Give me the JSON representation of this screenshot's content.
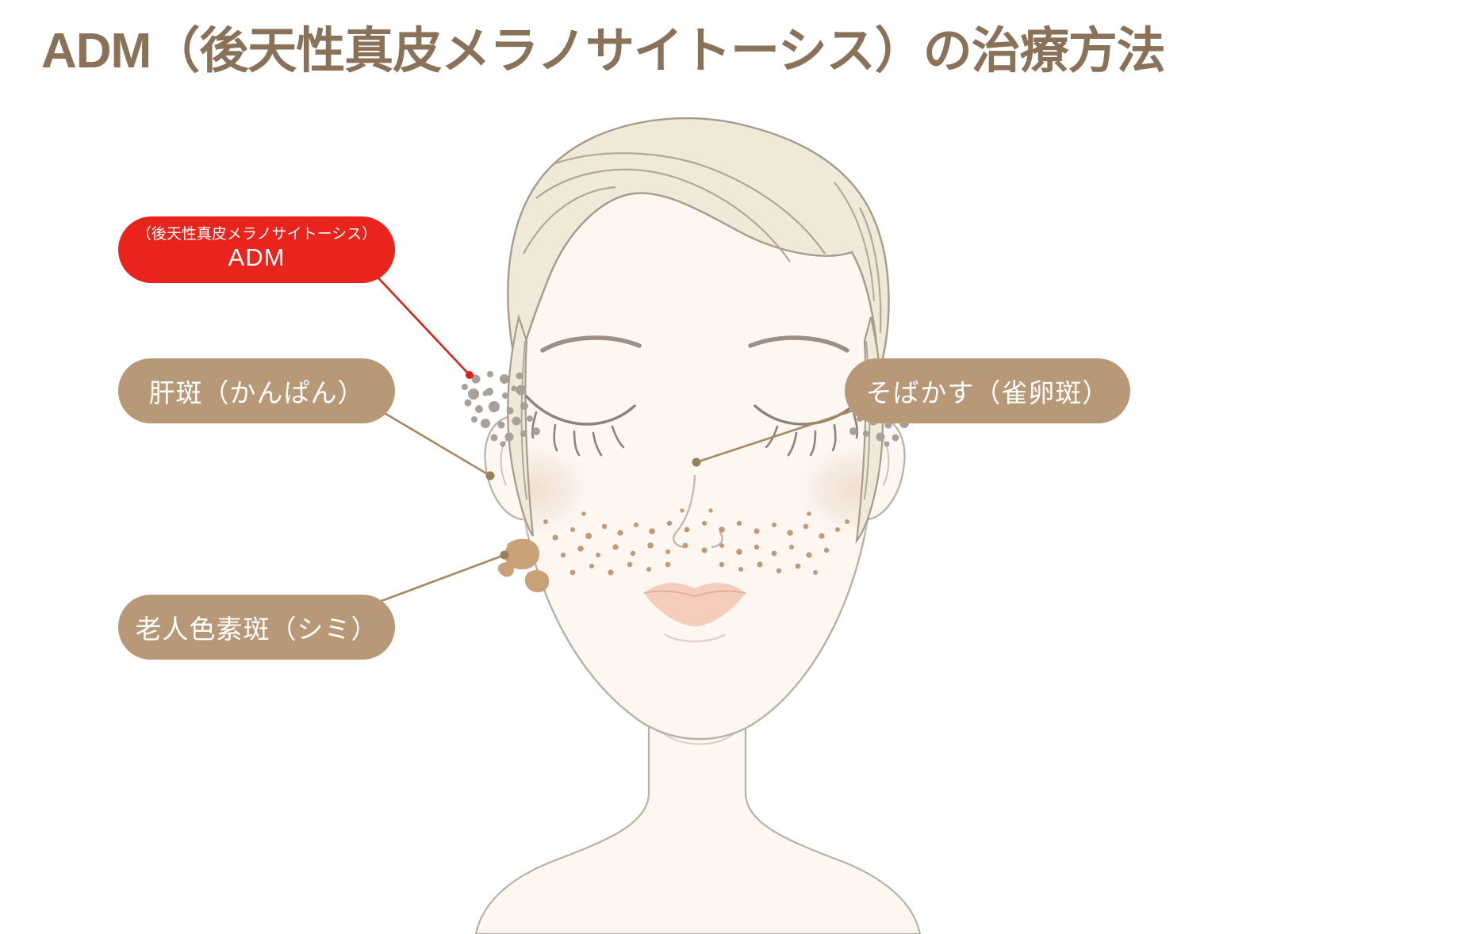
{
  "page": {
    "title": "ADM（後天性真皮メラノサイトーシス）の治療方法",
    "background_color": "#ffffff"
  },
  "colors": {
    "title_brown": "#8a7258",
    "pill_brown": "#b79877",
    "pill_red": "#e8241c",
    "leader_red": "#d92317",
    "leader_brown": "#a8895f",
    "skin": "#fdf6f1",
    "hair": "#efe9d8",
    "hair_line": "#a89a8c",
    "lip": "#f6cdbd",
    "adm_spot": "#a8a09a",
    "freckle": "#c49a74",
    "lentigo": "#c9a179",
    "melasma": "#f2e3d6"
  },
  "callouts": [
    {
      "id": "adm",
      "sub_label": "（後天性真皮メラノサイトーシス）",
      "label": "ADM",
      "color": "#e8241c",
      "text_color": "#ffffff",
      "leader_from": [
        470,
        340
      ],
      "leader_to": [
        592,
        473
      ]
    },
    {
      "id": "melasma",
      "label": "肝斑（かんぱん）",
      "color": "#b79877",
      "text_color": "#ffffff",
      "leader_from": [
        478,
        516
      ],
      "leader_to": [
        618,
        600
      ]
    },
    {
      "id": "freckles",
      "label": "そばかす（雀卵斑）",
      "color": "#b79877",
      "text_color": "#ffffff",
      "leader_from": [
        1078,
        516
      ],
      "leader_to": [
        878,
        583
      ]
    },
    {
      "id": "lentigo",
      "label": "老人色素斑（シミ）",
      "color": "#b79877",
      "text_color": "#ffffff",
      "leader_from": [
        470,
        760
      ],
      "leader_to": [
        636,
        700
      ]
    }
  ],
  "illustration": {
    "subject": "female-face-front-view",
    "features": [
      "hair",
      "forehead",
      "eyebrows",
      "closed-eyes",
      "eyelashes",
      "nose",
      "lips",
      "ears",
      "neck",
      "shoulders"
    ],
    "spot_groups": [
      {
        "name": "adm-spots-left-cheek",
        "color": "#a8a09a",
        "count": 26
      },
      {
        "name": "adm-spots-right-cheek",
        "color": "#a8a09a",
        "count": 26
      },
      {
        "name": "freckles-across-nose",
        "color": "#c49a74",
        "count": 54
      },
      {
        "name": "melasma-patch-left",
        "color": "#f2e3d6"
      },
      {
        "name": "melasma-patch-right",
        "color": "#f2e3d6"
      },
      {
        "name": "lentigo-patch-left-cheek",
        "color": "#c9a179",
        "count": 3
      }
    ]
  }
}
